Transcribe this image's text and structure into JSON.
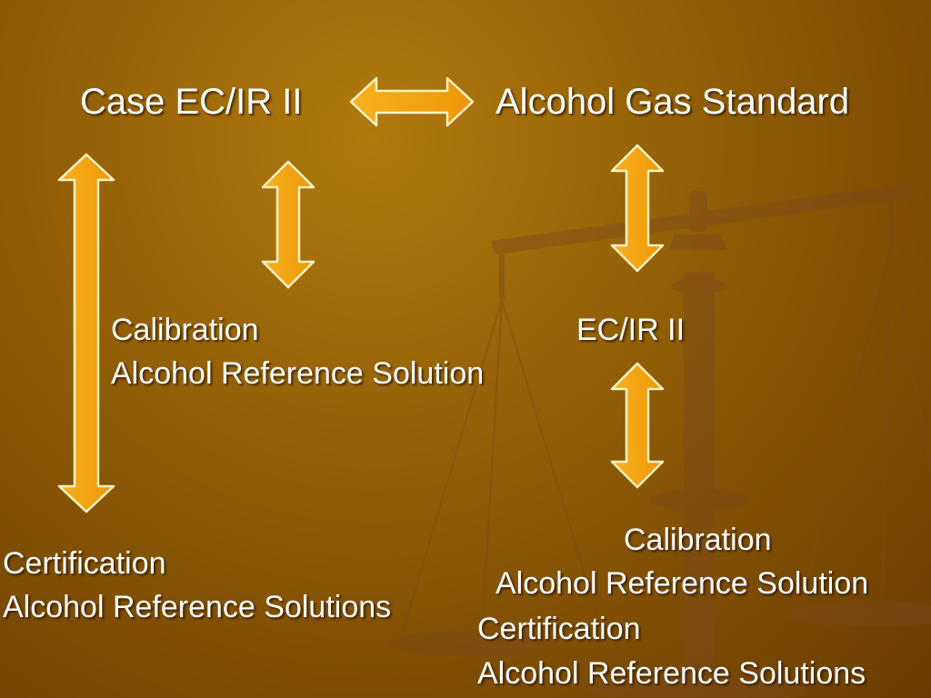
{
  "slide": {
    "top_left": "Case EC/IR II",
    "top_right": "Alcohol Gas Standard",
    "mid_left_line1": "Calibration",
    "mid_left_line2": "Alcohol Reference Solution",
    "mid_right": "EC/IR II",
    "bottom_left_line1": "Certification",
    "bottom_left_line2": "Alcohol Reference Solutions",
    "bottom_right_line1": "Calibration",
    "bottom_right_line2": "Alcohol Reference Solution",
    "bottom_right_line3": "Certification",
    "bottom_right_line4": "Alcohol Reference Solutions"
  },
  "colors": {
    "arrow_fill": "#f5a00c",
    "arrow_stroke": "#fff2c6",
    "text": "#ffffff",
    "background": "#8f5c06"
  },
  "icons": [
    "scales-of-justice-icon",
    "double-arrow-icon"
  ]
}
